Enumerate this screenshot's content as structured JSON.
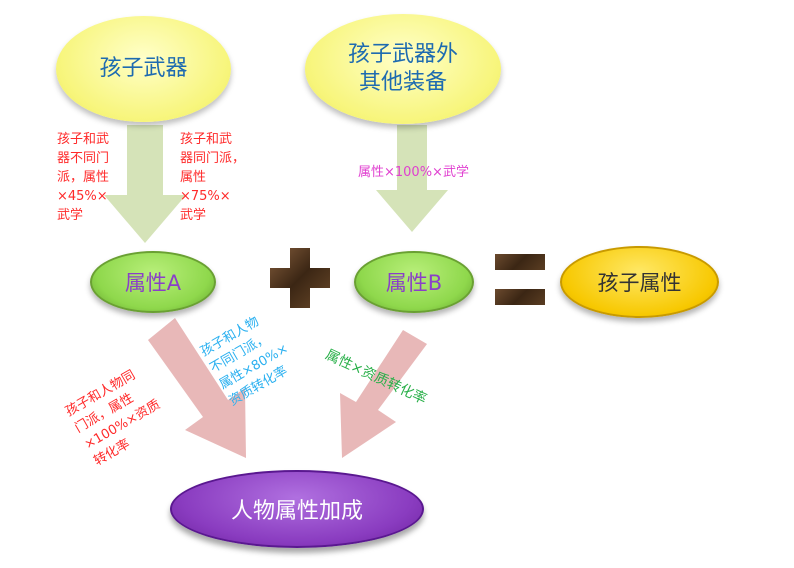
{
  "nodes": {
    "child_weapon": "孩子武器",
    "other_equipment": "孩子武器外\n其他装备",
    "attr_a": "属性A",
    "attr_b": "属性B",
    "child_attr": "孩子属性",
    "char_bonus": "人物属性加成"
  },
  "labels": {
    "diff_sect_weapon": "孩子和武\n器不同门\n派，属性\n×45%×\n武学",
    "same_sect_weapon": "孩子和武\n器同门派，\n属性\n×75%×\n武学",
    "other_equipment_formula": "属性×100%×武学",
    "same_sect_char": "孩子和人物同\n门派，属性\n×100%×资质\n转化率",
    "diff_sect_char": "孩子和人物\n不同门派，\n属性×80%×\n资质转化率",
    "attr_b_formula": "属性×资质转化率"
  },
  "colors": {
    "red": "#ff2a2a",
    "pink": "#e040d0",
    "blue": "#2ab0f0",
    "green": "#2ab04a"
  }
}
